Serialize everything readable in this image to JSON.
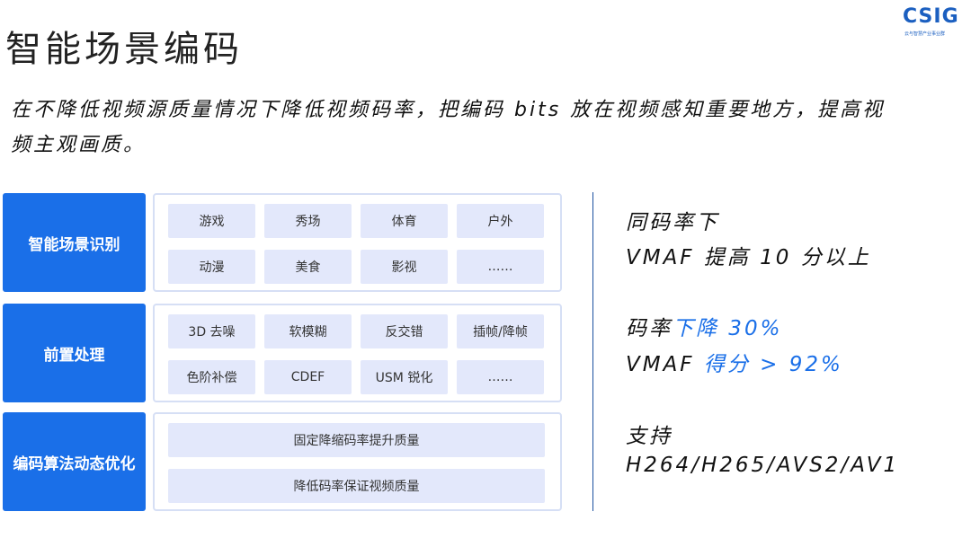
{
  "title": "智能场景编码",
  "logo": {
    "text": "CSIG",
    "subtitle": "云与智慧产业事业群"
  },
  "description": "在不降低视频源质量情况下降低视频码率，把编码 bits 放在视频感知重要地方，提高视频主观画质。",
  "rows": [
    {
      "label": "智能场景识别",
      "cells": [
        "游戏",
        "秀场",
        "体育",
        "户外",
        "动漫",
        "美食",
        "影视",
        "……"
      ]
    },
    {
      "label": "前置处理",
      "cells": [
        "3D 去噪",
        "软模糊",
        "反交错",
        "插帧/降帧",
        "色阶补偿",
        "CDEF",
        "USM 锐化",
        "……"
      ]
    },
    {
      "label": "编码算法动态优化",
      "wide_cells": [
        "固定降缩码率提升质量",
        "降低码率保证视频质量"
      ]
    }
  ],
  "right": {
    "block1": {
      "line1": "同码率下",
      "line2": "VMAF 提高 10 分以上"
    },
    "block2": {
      "line1_prefix": "码率",
      "line1_highlight": "下降 30%",
      "line2_prefix": "VMAF",
      "line2_highlight": "得分 > 92%"
    },
    "block3": {
      "line1": "支持",
      "line2": "H264/H265/AVS2/AV1"
    }
  },
  "colors": {
    "accent": "#1a6fe8",
    "cell_bg": "#e3e8fb",
    "border": "#d6dff5"
  }
}
